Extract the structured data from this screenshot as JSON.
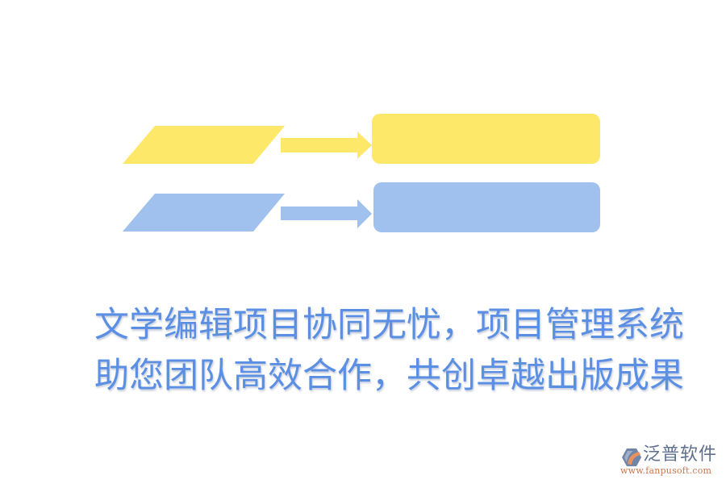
{
  "colors": {
    "yellow": "#fee86a",
    "blue": "#a0c1ee",
    "caption_text": "#5b8fe3",
    "logo_name": "#5d6f8d",
    "logo_url": "#c9774e"
  },
  "diagram": {
    "rows": [
      {
        "shape": "parallelogram",
        "connector": "arrow-right",
        "target": "rounded-rectangle",
        "color": "yellow",
        "label": ""
      },
      {
        "shape": "parallelogram",
        "connector": "arrow-right",
        "target": "rounded-rectangle",
        "color": "blue",
        "label": ""
      }
    ]
  },
  "caption": {
    "line1": "文学编辑项目协同无忧，项目管理系统",
    "line2": "助您团队高效合作，共创卓越出版成果"
  },
  "logo": {
    "icon": "fanpu-logo-icon",
    "name": "泛普软件",
    "url": "www.fanpusoft.com"
  }
}
